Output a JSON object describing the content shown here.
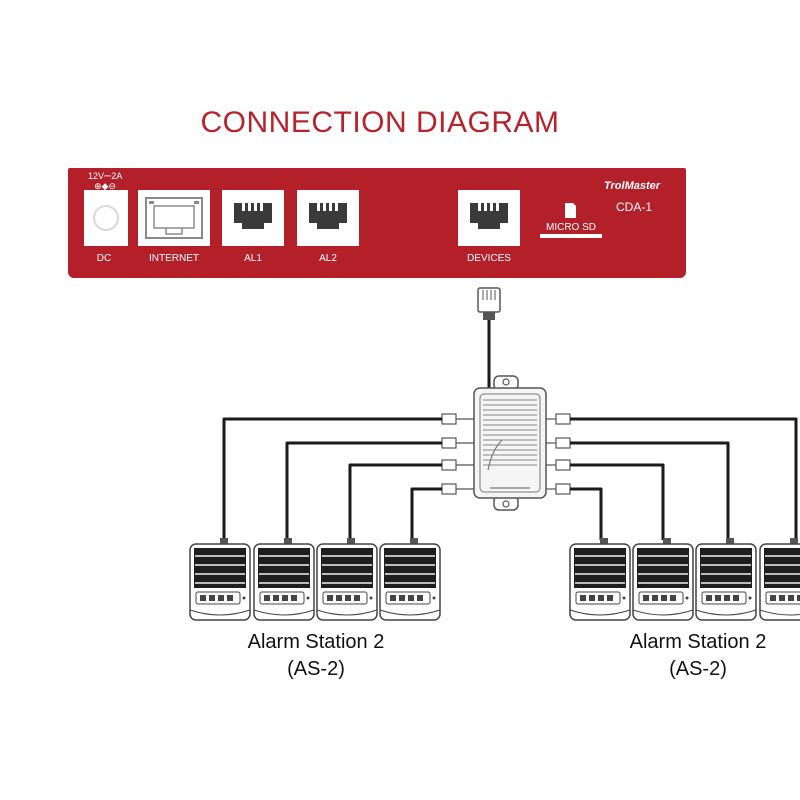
{
  "title": "CONNECTION DIAGRAM",
  "controller": {
    "brand": "TrolMaster",
    "model": "CDA-1",
    "power_rating_line1": "12V⎓2A",
    "power_rating_line2": "⊕◆⊖",
    "ports": {
      "dc": "DC",
      "internet": "INTERNET",
      "al1": "AL1",
      "al2": "AL2",
      "devices": "DEVICES",
      "micro_sd": "MICRO SD"
    }
  },
  "station_groups": [
    {
      "name": "Alarm Station 2",
      "code": "(AS-2)"
    },
    {
      "name": "Alarm Station 2",
      "code": "(AS-2)"
    }
  ],
  "colors": {
    "brand_red": "#b3202a",
    "title_red": "#b8232b",
    "cable": "#1a1a1a"
  }
}
